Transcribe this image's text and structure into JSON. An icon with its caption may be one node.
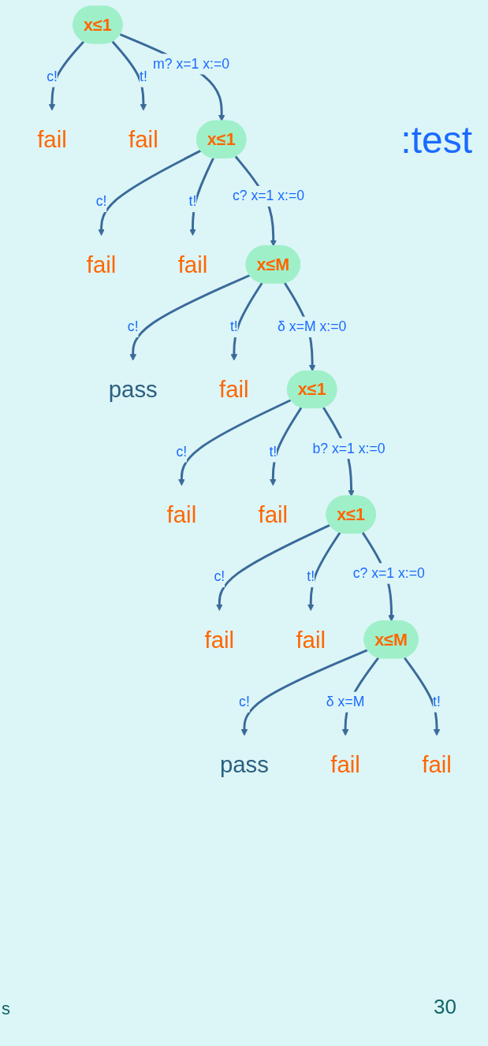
{
  "diagram": {
    "nodes": [
      {
        "text": [
          "x≤1"
        ]
      },
      {
        "text": [
          "fail"
        ]
      },
      {
        "text": [
          "fail"
        ]
      },
      {
        "text": [
          "x≤1"
        ]
      },
      {
        "text": [
          "fail"
        ]
      },
      {
        "text": [
          "fail"
        ]
      },
      {
        "text": [
          "x≤M"
        ]
      },
      {
        "text": [
          "pass"
        ]
      },
      {
        "text": [
          "fail"
        ]
      },
      {
        "text": [
          "x≤1"
        ]
      },
      {
        "text": [
          "fail"
        ]
      },
      {
        "text": [
          "fail"
        ]
      },
      {
        "text": [
          "x≤1"
        ]
      },
      {
        "text": [
          "fail"
        ]
      },
      {
        "text": [
          "fail"
        ]
      },
      {
        "text": [
          "x≤M"
        ]
      },
      {
        "text": [
          "pass"
        ]
      },
      {
        "text": [
          "fail"
        ]
      },
      {
        "text": [
          "fail"
        ]
      }
    ],
    "edges": [
      {
        "from": 0,
        "to": 1,
        "arrow": "to",
        "label": "c!"
      },
      {
        "from": 0,
        "to": 3,
        "arrow": "to",
        "label": "m? x=1 x:=0"
      },
      {
        "from": 0,
        "to": 2,
        "arrow": "to",
        "label": "t!"
      },
      {
        "from": 3,
        "to": 4,
        "arrow": "to",
        "label": "c!"
      },
      {
        "from": 3,
        "to": 6,
        "arrow": "to",
        "label": "c? x=1 x:=0"
      },
      {
        "from": 3,
        "to": 5,
        "arrow": "to",
        "label": "t!"
      },
      {
        "from": 6,
        "to": 7,
        "arrow": "to",
        "label": "c!"
      },
      {
        "from": 6,
        "to": 9,
        "arrow": "to",
        "label": "δ x=M x:=0"
      },
      {
        "from": 6,
        "to": 8,
        "arrow": "to",
        "label": "t!"
      },
      {
        "from": 9,
        "to": 10,
        "arrow": "to",
        "label": "c!"
      },
      {
        "from": 9,
        "to": 12,
        "arrow": "to",
        "label": "b? x=1 x:=0"
      },
      {
        "from": 9,
        "to": 11,
        "arrow": "to",
        "label": "t!"
      },
      {
        "from": 12,
        "to": 13,
        "arrow": "to",
        "label": "c!"
      },
      {
        "from": 12,
        "to": 15,
        "arrow": "to",
        "label": "c? x=1 x:=0"
      },
      {
        "from": 12,
        "to": 14,
        "arrow": "to",
        "label": "t!"
      },
      {
        "from": 15,
        "to": 16,
        "arrow": "to",
        "label": "c!"
      },
      {
        "from": 15,
        "to": 17,
        "arrow": "to",
        "label": "δ x=M"
      },
      {
        "from": 15,
        "to": 18,
        "arrow": "to",
        "label": "t!"
      }
    ],
    "labels": [
      ":test",
      "s",
      "30"
    ]
  }
}
